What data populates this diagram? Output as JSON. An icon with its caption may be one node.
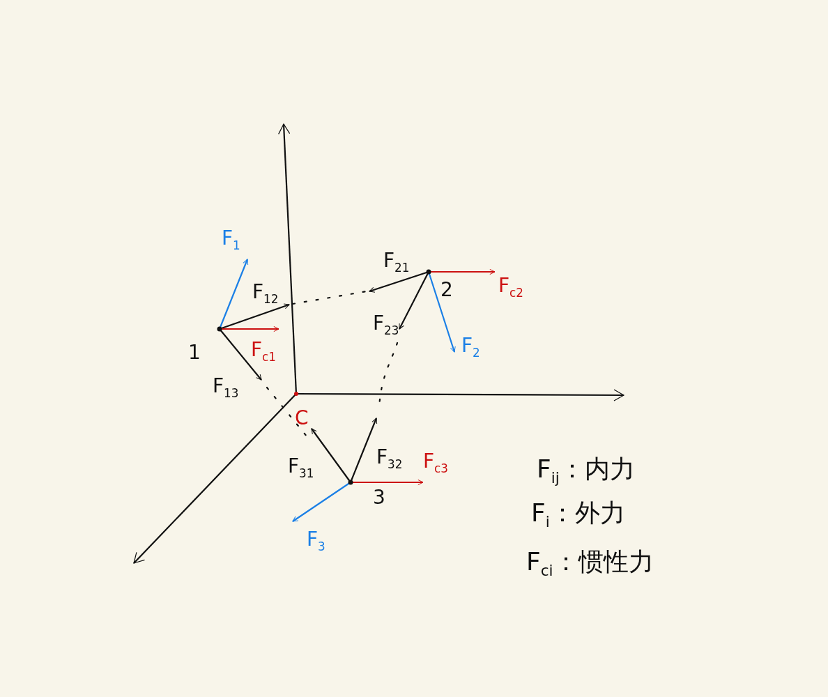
{
  "diagram": {
    "labels": [
      "F$_{1}$",
      "F$_{21}$",
      "F$_{c2}$",
      "2",
      "F$_{12}$",
      "F$_{23}$",
      "F$_{2}$",
      "1",
      "F$_{c1}$",
      "F$_{13}$",
      "C",
      "F$_{32}$",
      "F$_{c3}$",
      "F$_{31}$",
      "3",
      "F$_{3}$",
      "F$_{ij}$：内力",
      "F$_{i}$：外力",
      "F$_{ci}$：惯性力"
    ]
  }
}
